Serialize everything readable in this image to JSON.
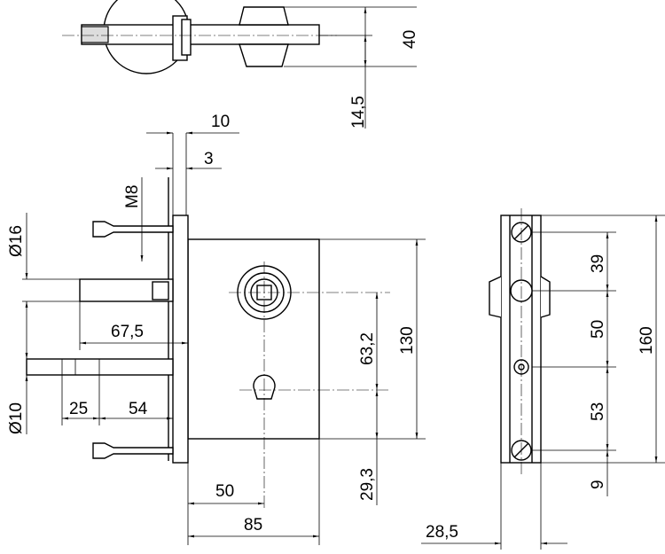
{
  "top_view": {
    "dim_width": "40",
    "dim_offset": "14,5"
  },
  "front_view": {
    "dim_plate": "10",
    "dim_plate_thickness": "3",
    "dim_thread": "M8",
    "dim_spindle_dia": "Ø16",
    "dim_spindle_len": "67,5",
    "dim_bolt_dia": "Ø10",
    "dim_bolt_a": "25",
    "dim_bolt_b": "54",
    "dim_axis_distance": "63,2",
    "dim_height": "130",
    "dim_bottom": "29,3",
    "dim_backset": "50",
    "dim_case_width": "85"
  },
  "side_view": {
    "dim_depth": "28,5",
    "dim_a": "39",
    "dim_b": "50",
    "dim_c": "53",
    "dim_d": "9",
    "dim_total": "160"
  }
}
